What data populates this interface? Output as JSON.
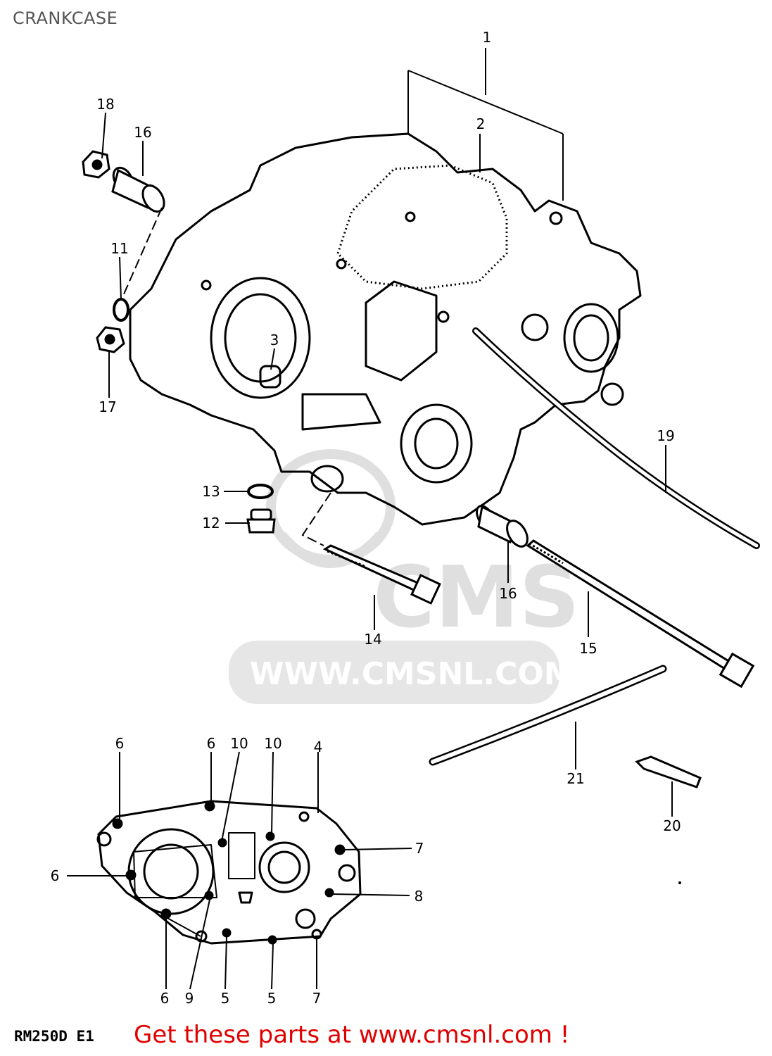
{
  "page": {
    "title": "CRANKCASE",
    "model_code": "RM250D E1",
    "promo_text": "Get these parts at www.cmsnl.com !"
  },
  "watermark": {
    "logo_text": "CMS",
    "url_text": "WWW.CMSNL.COM"
  },
  "callouts": [
    {
      "id": "c1",
      "label": "1"
    },
    {
      "id": "c2",
      "label": "2"
    },
    {
      "id": "c3",
      "label": "3"
    },
    {
      "id": "c11",
      "label": "11"
    },
    {
      "id": "c12",
      "label": "12"
    },
    {
      "id": "c13",
      "label": "13"
    },
    {
      "id": "c14",
      "label": "14"
    },
    {
      "id": "c15",
      "label": "15"
    },
    {
      "id": "c16a",
      "label": "16"
    },
    {
      "id": "c16b",
      "label": "16"
    },
    {
      "id": "c17",
      "label": "17"
    },
    {
      "id": "c18",
      "label": "18"
    },
    {
      "id": "c19",
      "label": "19"
    },
    {
      "id": "c20",
      "label": "20"
    },
    {
      "id": "c21",
      "label": "21"
    },
    {
      "id": "d6a",
      "label": "6"
    },
    {
      "id": "d6b",
      "label": "6"
    },
    {
      "id": "d10a",
      "label": "10"
    },
    {
      "id": "d10b",
      "label": "10"
    },
    {
      "id": "d4",
      "label": "4"
    },
    {
      "id": "d7a",
      "label": "7"
    },
    {
      "id": "d6c",
      "label": "6"
    },
    {
      "id": "d8",
      "label": "8"
    },
    {
      "id": "d6d",
      "label": "6"
    },
    {
      "id": "d9",
      "label": "9"
    },
    {
      "id": "d5a",
      "label": "5"
    },
    {
      "id": "d5b",
      "label": "5"
    },
    {
      "id": "d7b",
      "label": "7"
    }
  ]
}
